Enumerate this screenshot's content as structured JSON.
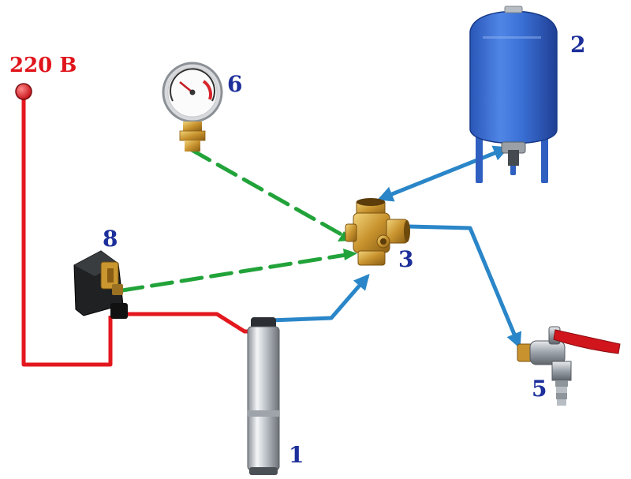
{
  "power_label": "220 В",
  "components": [
    {
      "id": "pump",
      "number": "1"
    },
    {
      "id": "tank",
      "number": "2"
    },
    {
      "id": "fitting",
      "number": "3"
    },
    {
      "id": "faucet",
      "number": "5"
    },
    {
      "id": "gauge",
      "number": "6"
    },
    {
      "id": "switch",
      "number": "8"
    }
  ],
  "colors": {
    "electric": "#e3171e",
    "water": "#2a86c8",
    "pressure_signal": "#22a33a",
    "labels": "#1d2f9a",
    "power_label": "#e0141b"
  },
  "icons": {
    "pump": "submersible-pump-icon",
    "tank": "expansion-tank-icon",
    "fitting": "five-way-fitting-icon",
    "faucet": "faucet-icon",
    "gauge": "pressure-gauge-icon",
    "switch": "pressure-switch-icon"
  }
}
